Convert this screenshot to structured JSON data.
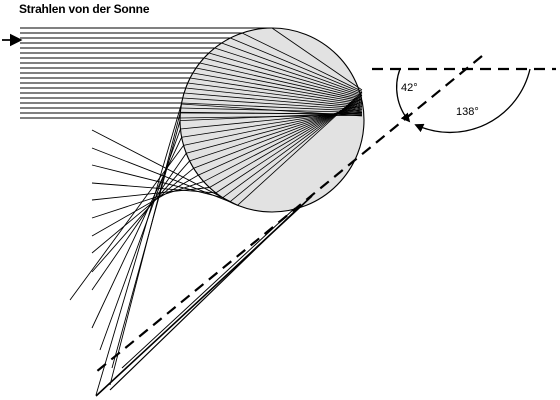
{
  "diagram": {
    "title": "Strahlen von der Sonne",
    "angles": {
      "small": "42°",
      "large": "138°"
    },
    "colors": {
      "drop_fill": "#e2e2e2",
      "ink": "#000000",
      "background": "#ffffff"
    },
    "icons": [
      "arrow-right-icon",
      "arrowhead-icon"
    ]
  }
}
